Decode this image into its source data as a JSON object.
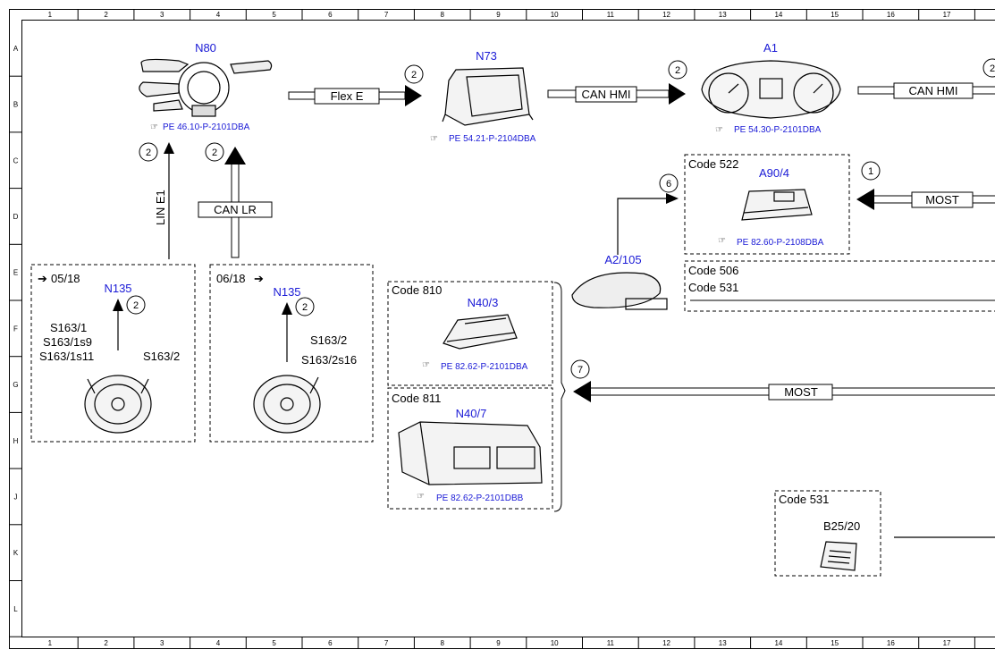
{
  "ruler": {
    "columns": [
      "1",
      "2",
      "3",
      "4",
      "5",
      "6",
      "7",
      "8",
      "9",
      "10",
      "11",
      "12",
      "13",
      "14",
      "15",
      "16",
      "17"
    ],
    "rows": [
      "A",
      "B",
      "C",
      "D",
      "E",
      "F",
      "G",
      "H",
      "J",
      "K",
      "L"
    ]
  },
  "components": {
    "n80": {
      "name": "N80",
      "ref": "PE 46.10-P-2101DBA"
    },
    "n73": {
      "name": "N73",
      "ref": "PE 54.21-P-2104DBA"
    },
    "a1": {
      "name": "A1",
      "ref": "PE 54.30-P-2101DBA"
    },
    "a90_4": {
      "name": "A90/4",
      "ref": "PE 82.60-P-2108DBA",
      "code": "Code 522"
    },
    "a2_105": {
      "name": "A2/105"
    },
    "n40_3": {
      "name": "N40/3",
      "ref": "PE 82.62-P-2101DBA",
      "code": "Code 810"
    },
    "n40_7": {
      "name": "N40/7",
      "ref": "PE 82.62-P-2101DBB",
      "code": "Code 811"
    },
    "b25_20": {
      "name": "B25/20",
      "code": "Code 531"
    },
    "n135_a": {
      "name": "N135",
      "date": "05/18",
      "switches": [
        "S163/1",
        "S163/1s9",
        "S163/1s11"
      ],
      "switch_right": "S163/2"
    },
    "n135_b": {
      "name": "N135",
      "date": "06/18",
      "switches": [
        "S163/2",
        "S163/2s16"
      ]
    }
  },
  "codes_box": {
    "line1": "Code 506",
    "line2": "Code 531"
  },
  "buses": {
    "flex_e": "Flex E",
    "can_hmi_1": "CAN HMI",
    "can_hmi_2": "CAN HMI",
    "can_lr": "CAN LR",
    "lin_e1": "LIN E1",
    "most_1": "MOST",
    "most_2": "MOST"
  },
  "markers": {
    "m_flex": "2",
    "m_can_hmi": "2",
    "m_a1_right": "2",
    "m_lin": "2",
    "m_can_lr": "2",
    "m_n135_a": "2",
    "m_n135_b": "2",
    "m_most": "1",
    "m_a2": "6",
    "m_most2": "7"
  },
  "colors": {
    "component_label": "#1a1ad6",
    "line": "#000000"
  }
}
